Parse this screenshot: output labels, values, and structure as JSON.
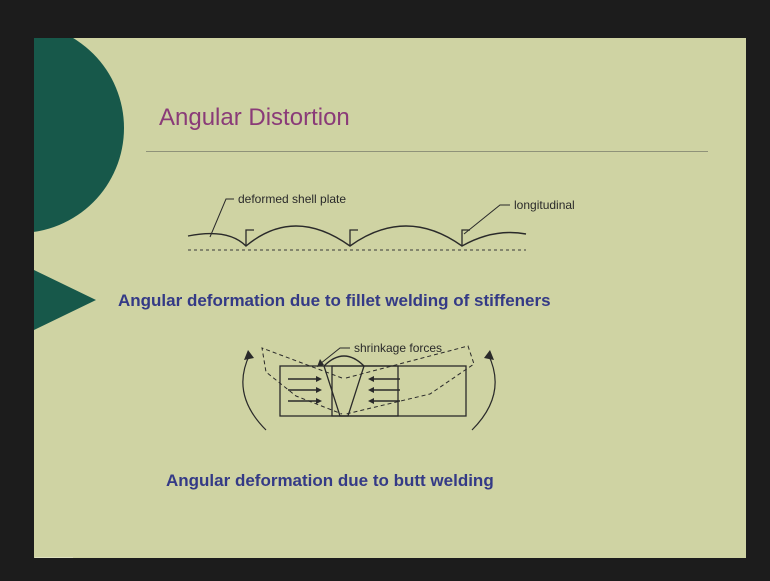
{
  "slide": {
    "title": "Angular Distortion",
    "figure1": {
      "label_deformed": "deformed shell plate",
      "label_longitudinal": "longitudinal",
      "caption": "Angular deformation due to fillet welding of stiffeners"
    },
    "figure2": {
      "label_shrinkage": "shrinkage forces",
      "caption": "Angular deformation due to butt welding"
    }
  },
  "colors": {
    "slide_background": "#cfd3a3",
    "title": "#8a3b78",
    "caption": "#343a86",
    "decoration": "#17584a"
  }
}
